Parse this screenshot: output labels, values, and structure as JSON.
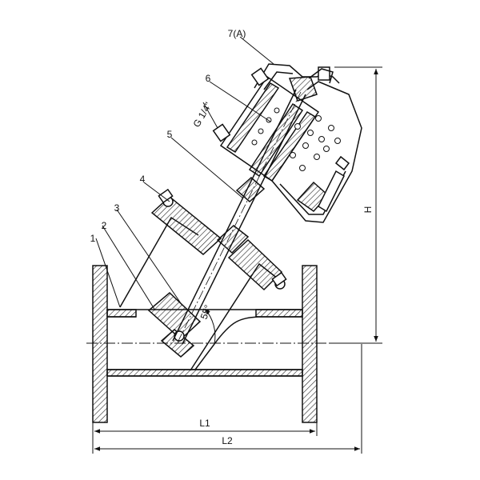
{
  "callouts": {
    "p1": "1",
    "p2": "2",
    "p3": "3",
    "p4": "4",
    "p5": "5",
    "p6": "6",
    "p7": "7(A)"
  },
  "annotations": {
    "thread": "G 1/4\"",
    "angle": "55°"
  },
  "dimensions": {
    "l1": "L1",
    "l2": "L2",
    "h": "H"
  },
  "colors": {
    "line": "#111111",
    "hatch": "#222222",
    "background": "#ffffff"
  }
}
